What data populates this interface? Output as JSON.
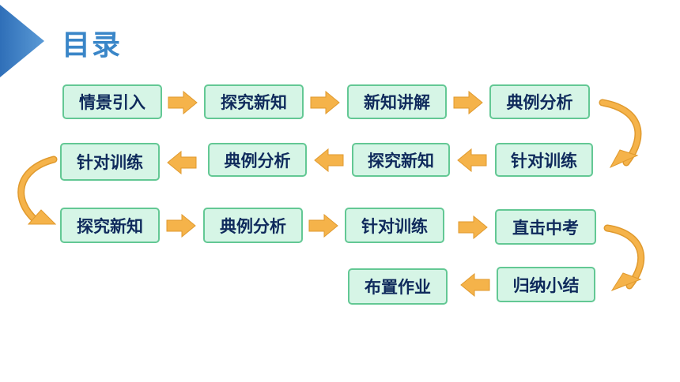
{
  "title": "目录",
  "colors": {
    "accent": "#3a86c8",
    "box_fill": "#d6f5e6",
    "box_border": "#63c894",
    "box_text": "#0f2a5c",
    "arrow": "#f5b34a"
  },
  "steps": [
    "情景引入",
    "探究新知",
    "新知讲解",
    "典例分析",
    "针对训练",
    "探究新知",
    "典例分析",
    "针对训练",
    "探究新知",
    "典例分析",
    "针对训练",
    "直击中考",
    "归纳小结",
    "布置作业"
  ]
}
